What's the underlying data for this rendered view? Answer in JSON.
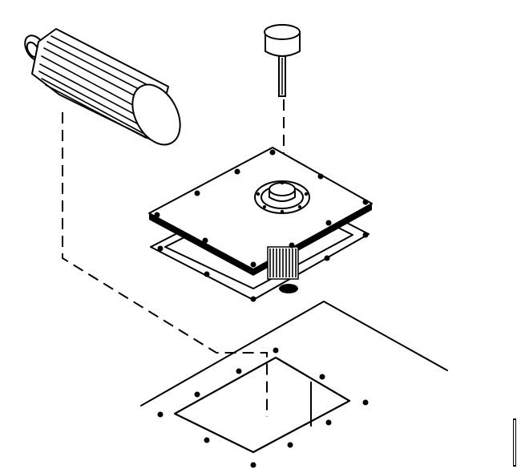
{
  "diagram": {
    "style": "black line-art exploded assembly",
    "colors": {
      "line": "#000000",
      "background": "#ffffff"
    },
    "components": [
      "filter-cartridge",
      "sensor-probe",
      "cover-plate",
      "gasket",
      "tank-top-panel"
    ]
  }
}
